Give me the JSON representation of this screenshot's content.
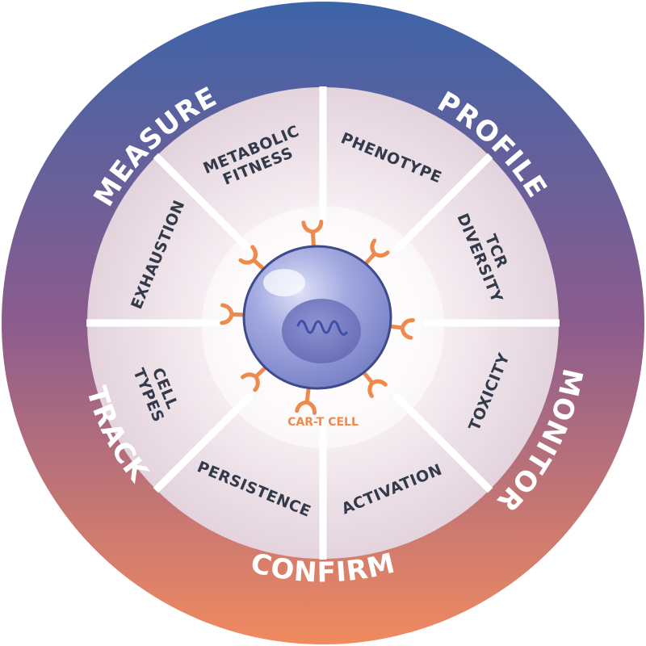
{
  "outer_ring": {
    "labels": [
      "MEASURE",
      "PROFILE",
      "MONITOR",
      "CONFIRM",
      "TRACK"
    ]
  },
  "segments": [
    [
      "PHENOTYPE"
    ],
    [
      "TCR",
      "DIVERSITY"
    ],
    [
      "TOXICITY"
    ],
    [
      "ACTIVATION"
    ],
    [
      "PERSISTENCE"
    ],
    [
      "CELL",
      "TYPES"
    ],
    [
      "EXHAUSTION"
    ],
    [
      "METABOLIC",
      "FITNESS"
    ]
  ],
  "center": {
    "label": "CAR-T CELL"
  },
  "colors": {
    "ring_top": "#3d64a8",
    "ring_mid": "#8c5c8e",
    "ring_bottom": "#f08a5f",
    "segment_text": "#333a4a",
    "receptor": "#ee8a4c",
    "cell_body": "#8f97d4",
    "nucleus": "#7379bf"
  }
}
